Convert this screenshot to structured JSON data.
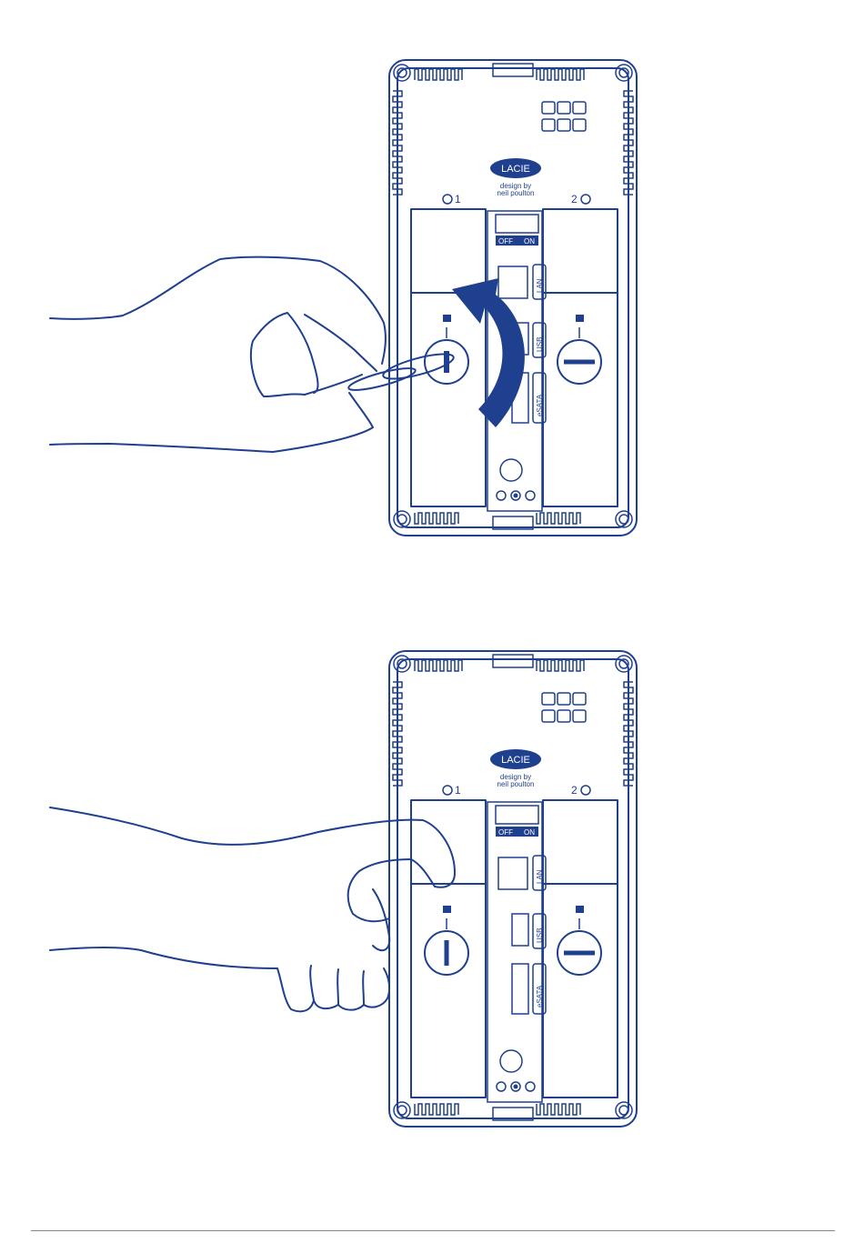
{
  "colors": {
    "ink": "#1f3f8f",
    "rule": "#888888"
  },
  "device": {
    "brand": "LACIE",
    "credit_line1": "design by",
    "credit_line2": "neil poulton",
    "bay1_label": "1",
    "bay2_label": "2",
    "switch_off": "OFF",
    "switch_on": "ON",
    "port_lan": "LAN",
    "port_usb": "USB",
    "port_esata": "eSATA"
  },
  "illustrations": [
    {
      "id": "step-unlock-with-key",
      "key_slot_state": "unlocked",
      "action": "rotate key",
      "icon": "rotate-arrow-icon"
    },
    {
      "id": "step-remove-drive",
      "key_slot_state": "unlocked",
      "action": "pull drive",
      "icon": "hand-icon"
    }
  ]
}
